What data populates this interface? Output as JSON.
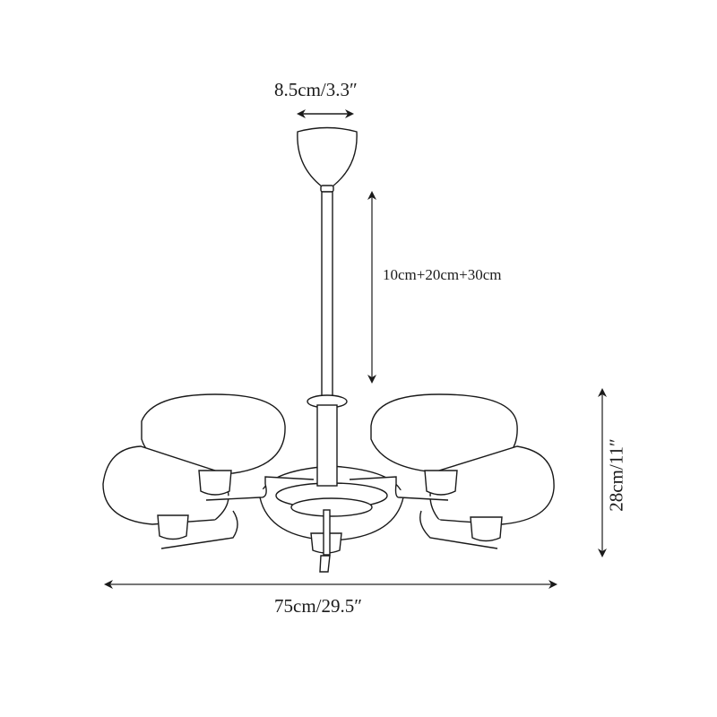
{
  "diagram": {
    "subject": "Pendant chandelier with 5 oval glass shades",
    "dimensions": {
      "canopy_width": "8.5cm/3.3″",
      "rod_length": "10cm+20cm+30cm",
      "height": "28cm/11″",
      "total_width": "75cm/29.5″"
    },
    "colors": {
      "line": "#1a1a1a",
      "arrow": "#555555",
      "background": "#ffffff"
    }
  }
}
